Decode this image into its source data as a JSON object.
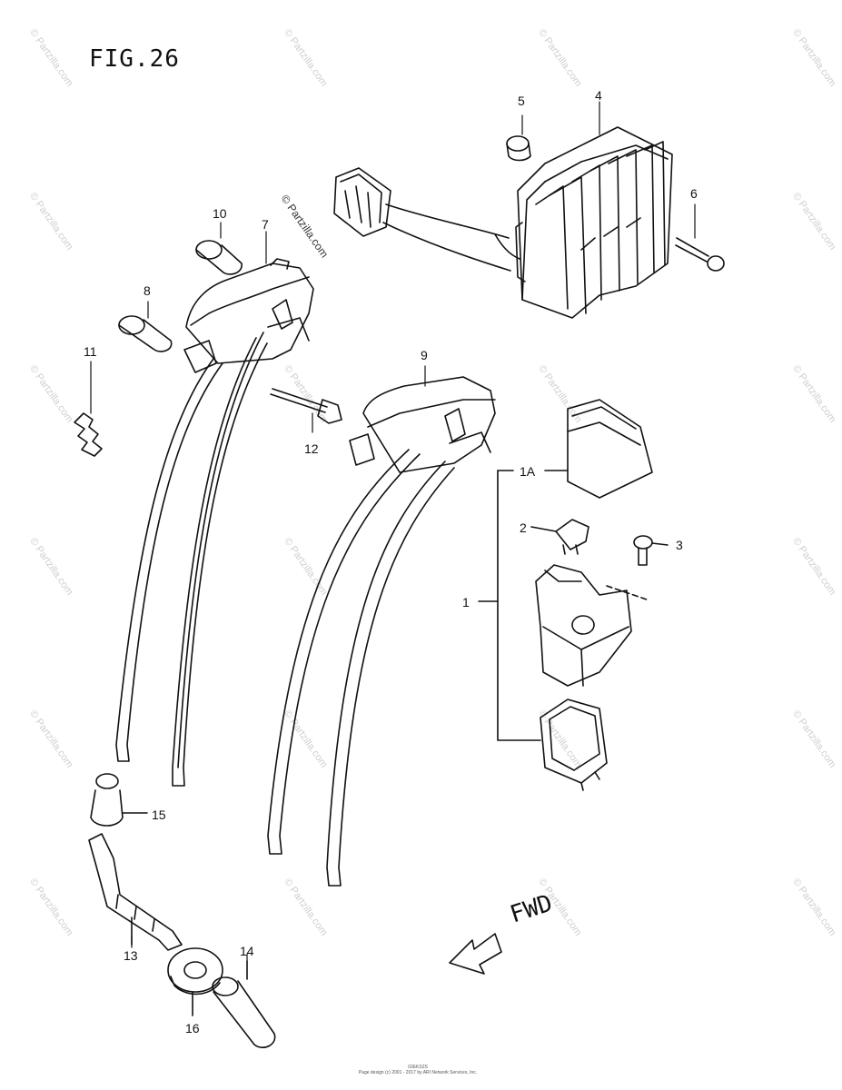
{
  "figure": {
    "title": "FIG.26",
    "fwd_label": "FWD",
    "copyright_watermark": "© Partzilla.com",
    "repeated_watermark": "© Partzilla.com",
    "footer_code": "03EKS2S",
    "footer_line": "Page design (c) 2001 - 2017 by ARI Network Services, Inc."
  },
  "callouts": [
    {
      "id": "c1",
      "label": "1"
    },
    {
      "id": "c1a",
      "label": "1A"
    },
    {
      "id": "c2",
      "label": "2"
    },
    {
      "id": "c3",
      "label": "3"
    },
    {
      "id": "c4",
      "label": "4"
    },
    {
      "id": "c5",
      "label": "5"
    },
    {
      "id": "c6",
      "label": "6"
    },
    {
      "id": "c7",
      "label": "7"
    },
    {
      "id": "c8",
      "label": "8"
    },
    {
      "id": "c9",
      "label": "9"
    },
    {
      "id": "c10",
      "label": "10"
    },
    {
      "id": "c11",
      "label": "11"
    },
    {
      "id": "c12",
      "label": "12"
    },
    {
      "id": "c13",
      "label": "13"
    },
    {
      "id": "c14",
      "label": "14"
    },
    {
      "id": "c15",
      "label": "15"
    },
    {
      "id": "c16",
      "label": "16"
    }
  ]
}
